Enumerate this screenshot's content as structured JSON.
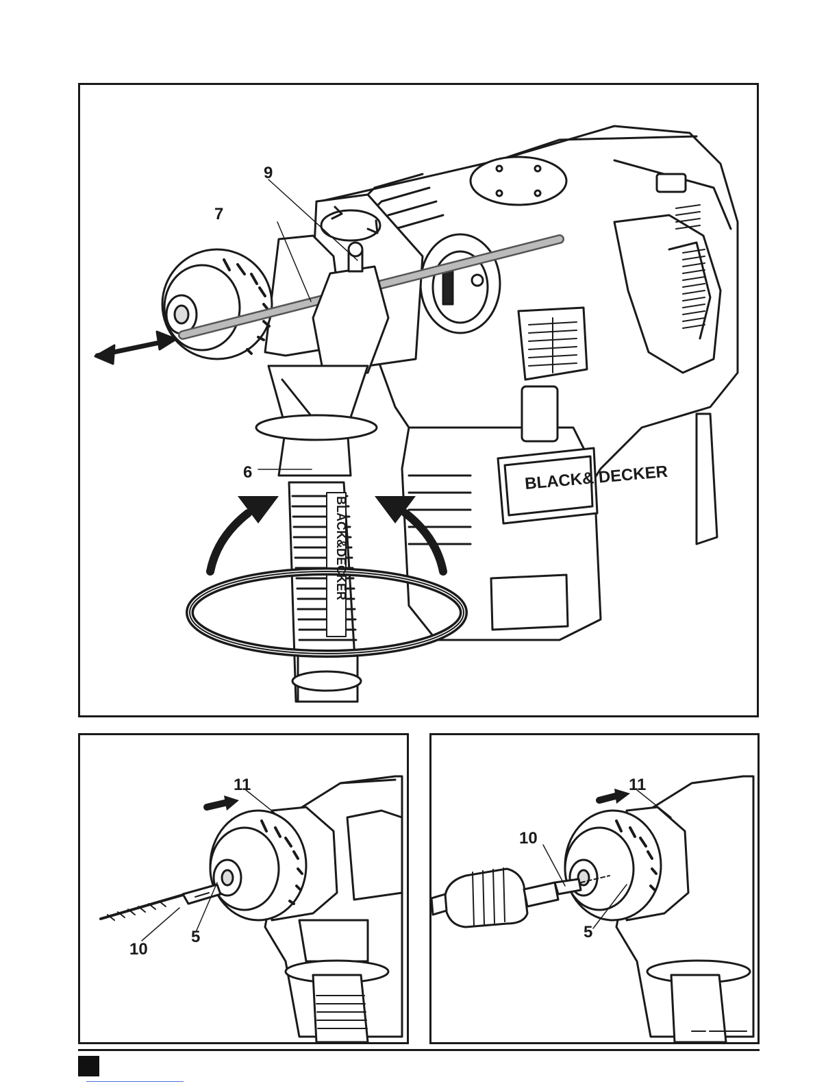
{
  "figures": {
    "main": {
      "callouts": [
        "9",
        "7",
        "6"
      ],
      "brand_plate": "BLACK& DECKER",
      "handle_brand": "BLACK&DECKER"
    },
    "bit_insert": {
      "callouts": [
        "11",
        "10",
        "5"
      ]
    },
    "chuck_insert": {
      "callouts": [
        "11",
        "10",
        "5"
      ]
    }
  },
  "icons": [
    "double-arrow-icon",
    "rotate-arrows-icon",
    "push-arrow-icon",
    "black-and-decker-logo"
  ],
  "colors": {
    "line": "#1a1a1a",
    "background": "#ffffff",
    "link": "#4a6fd8"
  }
}
